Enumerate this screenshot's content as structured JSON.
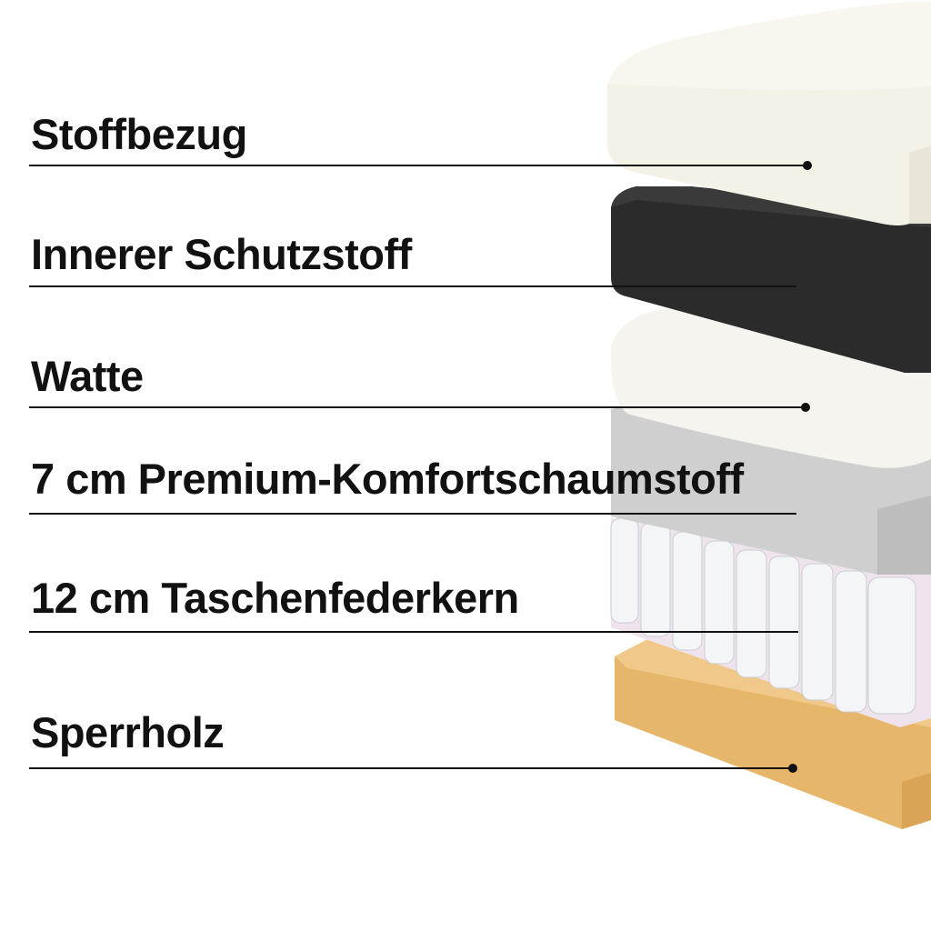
{
  "title": "Matratzen-Schichtaufbau",
  "layers": [
    {
      "label": "Stoffbezug",
      "color": "#f3f0e6"
    },
    {
      "label": "Innerer Schutzstoff",
      "color": "#2a2a2a"
    },
    {
      "label": "Watte",
      "color": "#f7f5ef"
    },
    {
      "label": "7 cm Premium-Komfortschaumstoff",
      "color": "#c9c9c9"
    },
    {
      "label": "12 cm Taschenfederkern",
      "color": "#eef0f3"
    },
    {
      "label": "Sperrholz",
      "color": "#e2b46b"
    }
  ]
}
